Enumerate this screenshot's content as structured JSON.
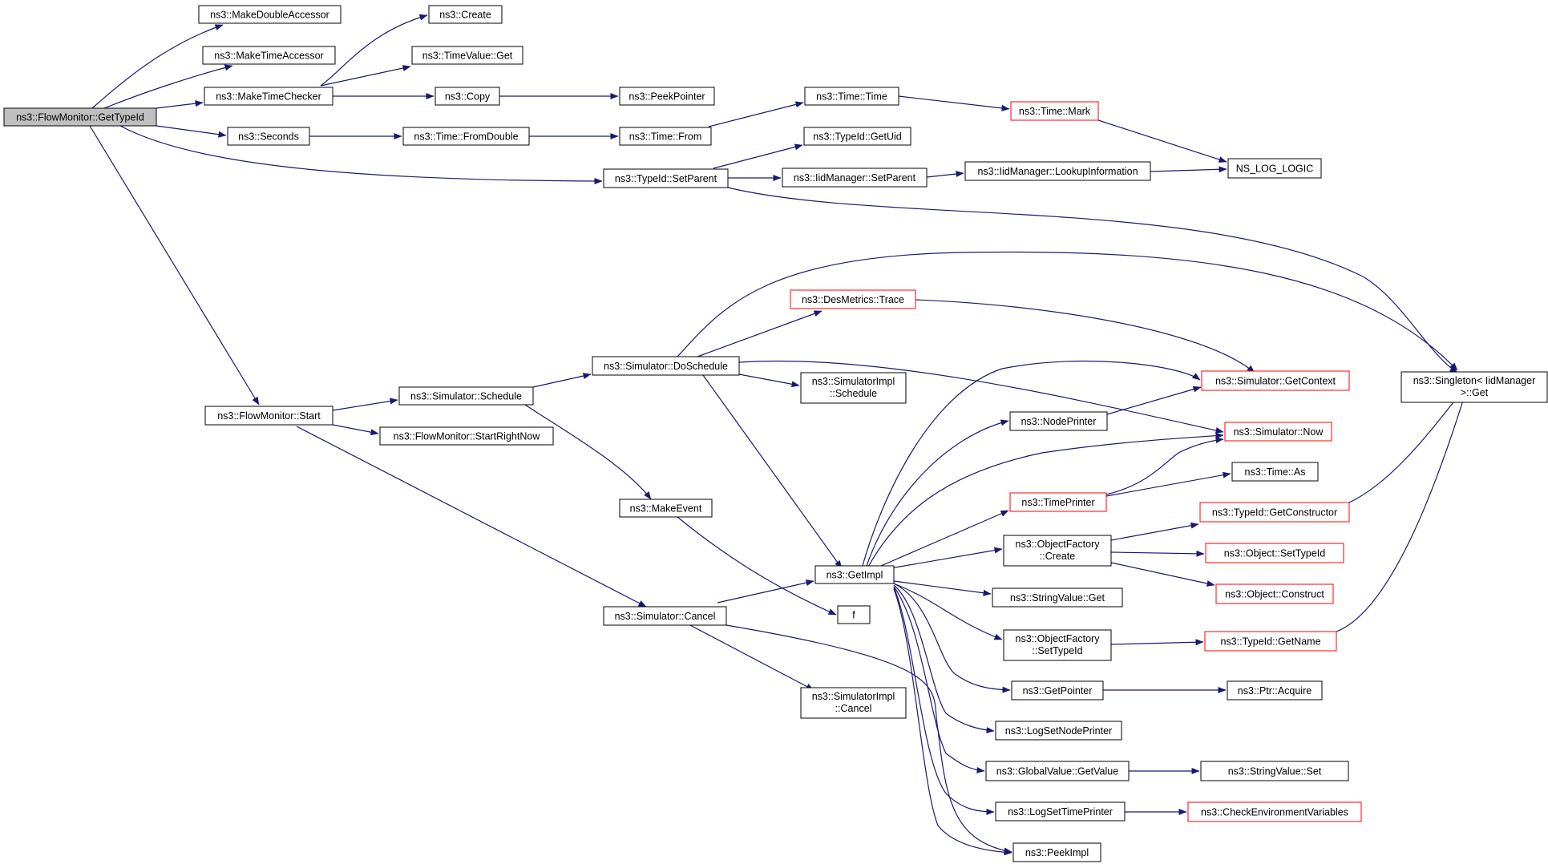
{
  "diagram": {
    "colors": {
      "edge": "#191970",
      "node_border": "#000000",
      "partial_border": "#ff0000",
      "root_fill": "#bfbfbf",
      "node_fill": "#ffffff"
    },
    "nodes": {
      "getTypeId": {
        "label": "ns3::FlowMonitor::GetTypeId",
        "status": "root"
      },
      "makeDoubleAcc": {
        "label": "ns3::MakeDoubleAccessor",
        "status": "normal"
      },
      "makeTimeAcc": {
        "label": "ns3::MakeTimeAccessor",
        "status": "normal"
      },
      "makeTimeChecker": {
        "label": "ns3::MakeTimeChecker",
        "status": "normal"
      },
      "seconds": {
        "label": "ns3::Seconds",
        "status": "normal"
      },
      "setParent": {
        "label": "ns3::TypeId::SetParent",
        "status": "normal"
      },
      "fmStart": {
        "label": "ns3::FlowMonitor::Start",
        "status": "normal"
      },
      "create": {
        "label": "ns3::Create",
        "status": "normal"
      },
      "timeValueGet": {
        "label": "ns3::TimeValue::Get",
        "status": "normal"
      },
      "copy": {
        "label": "ns3::Copy",
        "status": "normal"
      },
      "peekPointer": {
        "label": "ns3::PeekPointer",
        "status": "normal"
      },
      "fromDouble": {
        "label": "ns3::Time::FromDouble",
        "status": "normal"
      },
      "timeFrom": {
        "label": "ns3::Time::From",
        "status": "normal"
      },
      "timeTime": {
        "label": "ns3::Time::Time",
        "status": "normal"
      },
      "timeMark": {
        "label": "ns3::Time::Mark",
        "status": "partial"
      },
      "nsLogLogic": {
        "label": "NS_LOG_LOGIC",
        "status": "normal"
      },
      "getUid": {
        "label": "ns3::TypeId::GetUid",
        "status": "normal"
      },
      "iidSetParent": {
        "label": "ns3::IidManager::SetParent",
        "status": "normal"
      },
      "lookupInfo": {
        "label": "ns3::IidManager::LookupInformation",
        "status": "normal"
      },
      "singletonGet": {
        "label": "ns3::Singleton< IidManager",
        "label2": ">::Get",
        "status": "normal"
      },
      "simSchedule": {
        "label": "ns3::Simulator::Schedule",
        "status": "normal"
      },
      "startRightNow": {
        "label": "ns3::FlowMonitor::StartRightNow",
        "status": "normal"
      },
      "simCancel": {
        "label": "ns3::Simulator::Cancel",
        "status": "normal"
      },
      "doSchedule": {
        "label": "ns3::Simulator::DoSchedule",
        "status": "normal"
      },
      "makeEvent": {
        "label": "ns3::MakeEvent",
        "status": "normal"
      },
      "desTrace": {
        "label": "ns3::DesMetrics::Trace",
        "status": "partial"
      },
      "implSchedule": {
        "label": "ns3::SimulatorImpl",
        "label2": "::Schedule",
        "status": "normal"
      },
      "getImpl": {
        "label": "ns3::GetImpl",
        "status": "normal"
      },
      "f": {
        "label": "f",
        "status": "normal"
      },
      "implCancel": {
        "label": "ns3::SimulatorImpl",
        "label2": "::Cancel",
        "status": "normal"
      },
      "getContext": {
        "label": "ns3::Simulator::GetContext",
        "status": "partial"
      },
      "nodePrinter": {
        "label": "ns3::NodePrinter",
        "status": "normal"
      },
      "simNow": {
        "label": "ns3::Simulator::Now",
        "status": "partial"
      },
      "timeAs": {
        "label": "ns3::Time::As",
        "status": "normal"
      },
      "timePrinter": {
        "label": "ns3::TimePrinter",
        "status": "partial"
      },
      "ofCreate": {
        "label": "ns3::ObjectFactory",
        "label2": "::Create",
        "status": "normal"
      },
      "getConstructor": {
        "label": "ns3::TypeId::GetConstructor",
        "status": "partial"
      },
      "objSetTypeId": {
        "label": "ns3::Object::SetTypeId",
        "status": "partial"
      },
      "objConstruct": {
        "label": "ns3::Object::Construct",
        "status": "partial"
      },
      "strValueGet": {
        "label": "ns3::StringValue::Get",
        "status": "normal"
      },
      "ofSetTypeId": {
        "label": "ns3::ObjectFactory",
        "label2": "::SetTypeId",
        "status": "normal"
      },
      "getName": {
        "label": "ns3::TypeId::GetName",
        "status": "partial"
      },
      "getPointer": {
        "label": "ns3::GetPointer",
        "status": "normal"
      },
      "ptrAcquire": {
        "label": "ns3::Ptr::Acquire",
        "status": "normal"
      },
      "logSetNodePrinter": {
        "label": "ns3::LogSetNodePrinter",
        "status": "normal"
      },
      "gvGetValue": {
        "label": "ns3::GlobalValue::GetValue",
        "status": "normal"
      },
      "strValueSet": {
        "label": "ns3::StringValue::Set",
        "status": "normal"
      },
      "logSetTimePrinter": {
        "label": "ns3::LogSetTimePrinter",
        "status": "normal"
      },
      "checkEnv": {
        "label": "ns3::CheckEnvironmentVariables",
        "status": "partial"
      },
      "peekImpl": {
        "label": "ns3::PeekImpl",
        "status": "normal"
      }
    }
  }
}
